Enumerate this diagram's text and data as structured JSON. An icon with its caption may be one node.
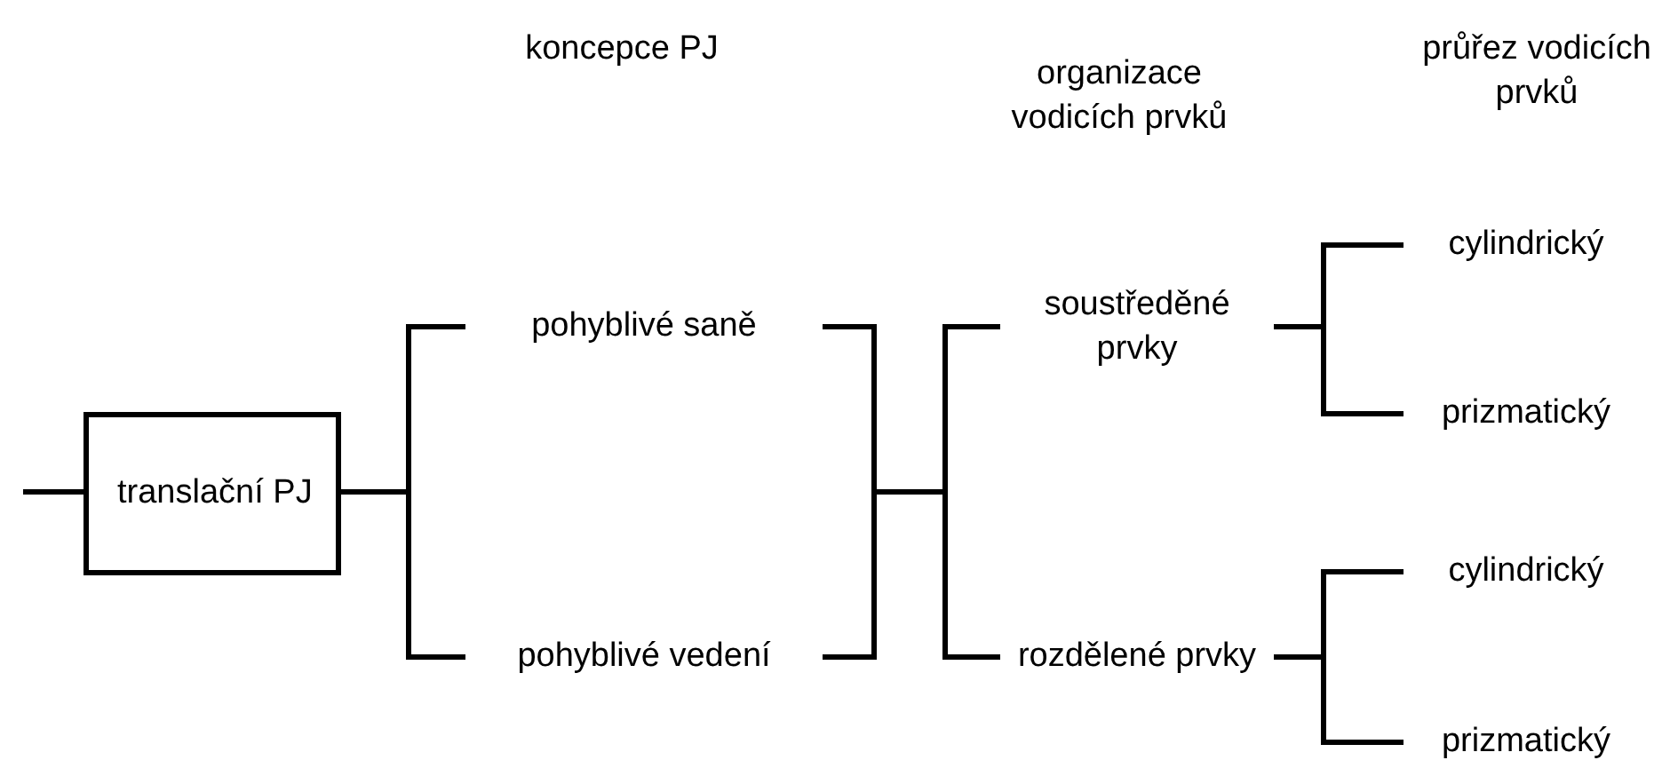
{
  "diagram": {
    "nodes": [
      {
        "text": [
          "translační PJ"
        ]
      },
      {
        "text": [
          "pohyblivé saně"
        ]
      },
      {
        "text": [
          "pohyblivé vedení"
        ]
      },
      {
        "text": [
          "soustředěné prvky"
        ]
      },
      {
        "text": [
          "rozdělené prvky"
        ]
      },
      {
        "text": [
          "cylindrický"
        ]
      },
      {
        "text": [
          "prizmatický"
        ]
      },
      {
        "text": [
          "cylindrický"
        ]
      },
      {
        "text": [
          "prizmatický"
        ]
      }
    ],
    "edges": [
      {
        "from": null,
        "to": 0,
        "arrow": "none"
      },
      {
        "from": 0,
        "to": 1,
        "arrow": "none"
      },
      {
        "from": 0,
        "to": 2,
        "arrow": "none"
      },
      {
        "from": 1,
        "to": 3,
        "arrow": "none"
      },
      {
        "from": 1,
        "to": 4,
        "arrow": "none"
      },
      {
        "from": 2,
        "to": 3,
        "arrow": "none"
      },
      {
        "from": 2,
        "to": 4,
        "arrow": "none"
      },
      {
        "from": 3,
        "to": 5,
        "arrow": "none"
      },
      {
        "from": 3,
        "to": 6,
        "arrow": "none"
      },
      {
        "from": 4,
        "to": 7,
        "arrow": "none"
      },
      {
        "from": 4,
        "to": 8,
        "arrow": "none"
      }
    ],
    "labels": [
      "koncepce PJ",
      "organizace vodicích prvků",
      "průřez vodicích prvků"
    ]
  }
}
